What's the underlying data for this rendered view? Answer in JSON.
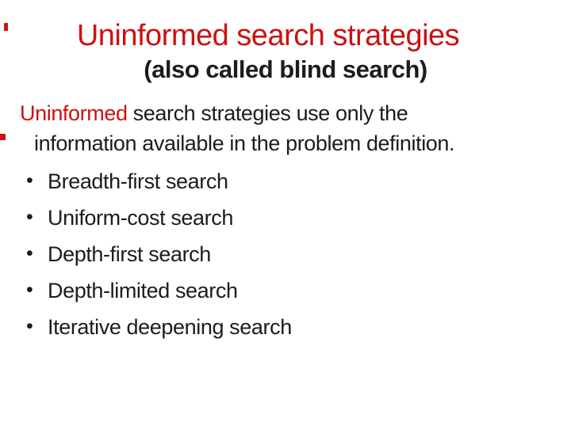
{
  "slide": {
    "background_color": "#ffffff",
    "accent_red": "#cc1111",
    "text_color": "#1c1c1c",
    "title": "Uninformed search strategies",
    "subtitle": {
      "prefix": "(also called ",
      "bold": "blind search)"
    },
    "lead": {
      "highlight": "Uninformed",
      "line1_rest": " search strategies use only the",
      "line2": "information available in the problem definition."
    },
    "bullet_glyph": "•",
    "bullets": [
      "Breadth-first search",
      "Uniform-cost search",
      "Depth-first search",
      "Depth-limited search",
      "Iterative deepening search"
    ]
  }
}
